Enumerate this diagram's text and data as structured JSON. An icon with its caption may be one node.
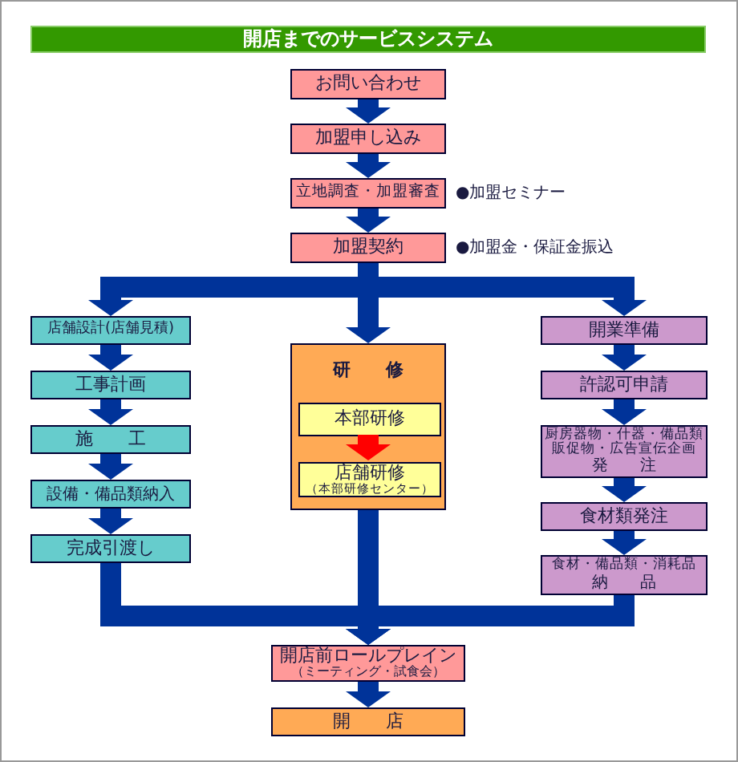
{
  "diagram": {
    "title": "開店までのサービスシステム",
    "nodes": [
      {
        "text": [
          "お問い合わせ"
        ]
      },
      {
        "text": [
          "加盟申し込み"
        ]
      },
      {
        "text": [
          "立地調査・加盟審査"
        ],
        "beside": [
          "●加盟セミナー"
        ]
      },
      {
        "text": [
          "加盟契約"
        ],
        "beside": [
          "●加盟金・保証金振込"
        ]
      },
      {
        "text": [
          "店舗設計(店舗見積)"
        ]
      },
      {
        "text": [
          "工事計画"
        ]
      },
      {
        "text": [
          "施　　工"
        ]
      },
      {
        "text": [
          "設備・備品類納入"
        ]
      },
      {
        "text": [
          "完成引渡し"
        ]
      },
      {
        "text": [
          "研　　修"
        ]
      },
      {
        "text": [
          "本部研修"
        ],
        "in": 9
      },
      {
        "text": [
          "店舗研修",
          "（本部研修センター）"
        ],
        "in": 9
      },
      {
        "text": [
          "開業準備"
        ]
      },
      {
        "text": [
          "許認可申請"
        ]
      },
      {
        "text": [
          "厨房器物・什器・備品類販促物・広告宣伝企画",
          "発　　注"
        ]
      },
      {
        "text": [
          "食材類発注"
        ]
      },
      {
        "text": [
          "食材・備品類・消耗品",
          "納　　品"
        ]
      },
      {
        "text": [
          "開店前ロールプレイン",
          "（ミーティング・試食会）"
        ]
      },
      {
        "text": [
          "開　　店"
        ]
      }
    ],
    "edges": [
      {
        "from": 0,
        "to": 1,
        "arrow": "to"
      },
      {
        "from": 1,
        "to": 2,
        "arrow": "to"
      },
      {
        "from": 2,
        "to": 3,
        "arrow": "to"
      },
      {
        "from": 3,
        "to": 4,
        "arrow": "to"
      },
      {
        "from": 3,
        "to": 9,
        "arrow": "to"
      },
      {
        "from": 3,
        "to": 12,
        "arrow": "to"
      },
      {
        "from": 4,
        "to": 5,
        "arrow": "to"
      },
      {
        "from": 5,
        "to": 6,
        "arrow": "to"
      },
      {
        "from": 6,
        "to": 7,
        "arrow": "to"
      },
      {
        "from": 7,
        "to": 8,
        "arrow": "to"
      },
      {
        "from": 10,
        "to": 11,
        "arrow": "to",
        "color": "#ff0000"
      },
      {
        "from": 12,
        "to": 13,
        "arrow": "to"
      },
      {
        "from": 13,
        "to": 14,
        "arrow": "to"
      },
      {
        "from": 14,
        "to": 15,
        "arrow": "to"
      },
      {
        "from": 15,
        "to": 16,
        "arrow": "to"
      },
      {
        "from": 8,
        "to": 17,
        "arrow": "to"
      },
      {
        "from": 9,
        "to": 17,
        "arrow": "to"
      },
      {
        "from": 16,
        "to": 17,
        "arrow": "to"
      },
      {
        "from": 17,
        "to": 18,
        "arrow": "to"
      }
    ]
  }
}
